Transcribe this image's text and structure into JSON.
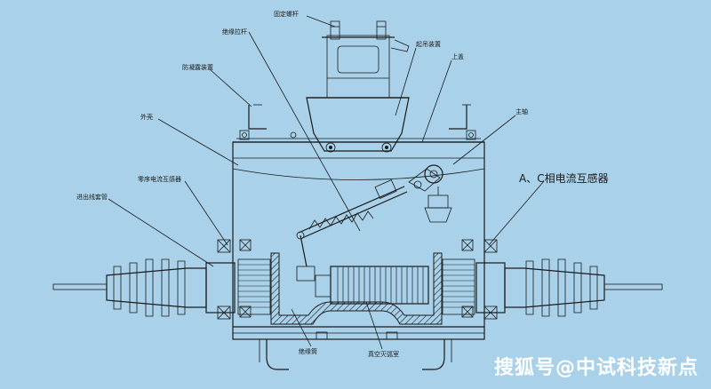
{
  "labels": {
    "fixed_bolt": "固定螺杆",
    "insulating_rod": "绝缘拉杆",
    "lifting_device": "起吊装置",
    "anti_condensation": "防凝露装置",
    "top_cover": "上盖",
    "shell": "外壳",
    "main_shaft": "主轴",
    "zero_seq_ct": "零序电流互感器",
    "ac_phase_ct": "A、C相电流互感器",
    "outlet_bushing": "进出线套管",
    "insulating_cylinder": "绝缘筒",
    "vacuum_interrupter": "真空灭弧室"
  },
  "watermark": "搜狐号@中试科技新点"
}
